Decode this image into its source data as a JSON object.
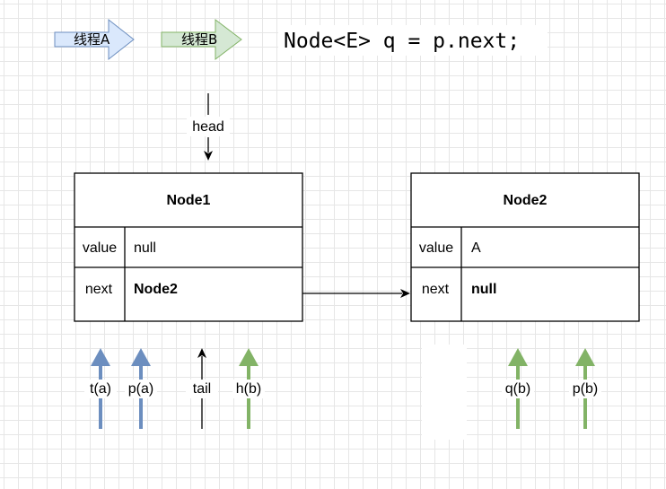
{
  "legend": {
    "thread_a": {
      "label": "线程A",
      "fill": "#dae8fc",
      "stroke": "#6c8ebf"
    },
    "thread_b": {
      "label": "线程B",
      "fill": "#d5e8d4",
      "stroke": "#82b366"
    }
  },
  "code": "Node<E> q = p.next;",
  "head_label": "head",
  "node1": {
    "title": "Node1",
    "value_key": "value",
    "value_val": "null",
    "next_key": "next",
    "next_val": "Node2"
  },
  "node2": {
    "title": "Node2",
    "value_key": "value",
    "value_val": "A",
    "next_key": "next",
    "next_val": "null"
  },
  "pointers": {
    "t_a": {
      "label": "t(a)",
      "color": "#6c8ebf"
    },
    "p_a": {
      "label": "p(a)",
      "color": "#6c8ebf"
    },
    "tail": {
      "label": "tail",
      "color": "#000000"
    },
    "h_b": {
      "label": "h(b)",
      "color": "#82b366"
    },
    "q_b": {
      "label": "q(b)",
      "color": "#82b366"
    },
    "p_b": {
      "label": "p(b)",
      "color": "#82b366"
    }
  }
}
